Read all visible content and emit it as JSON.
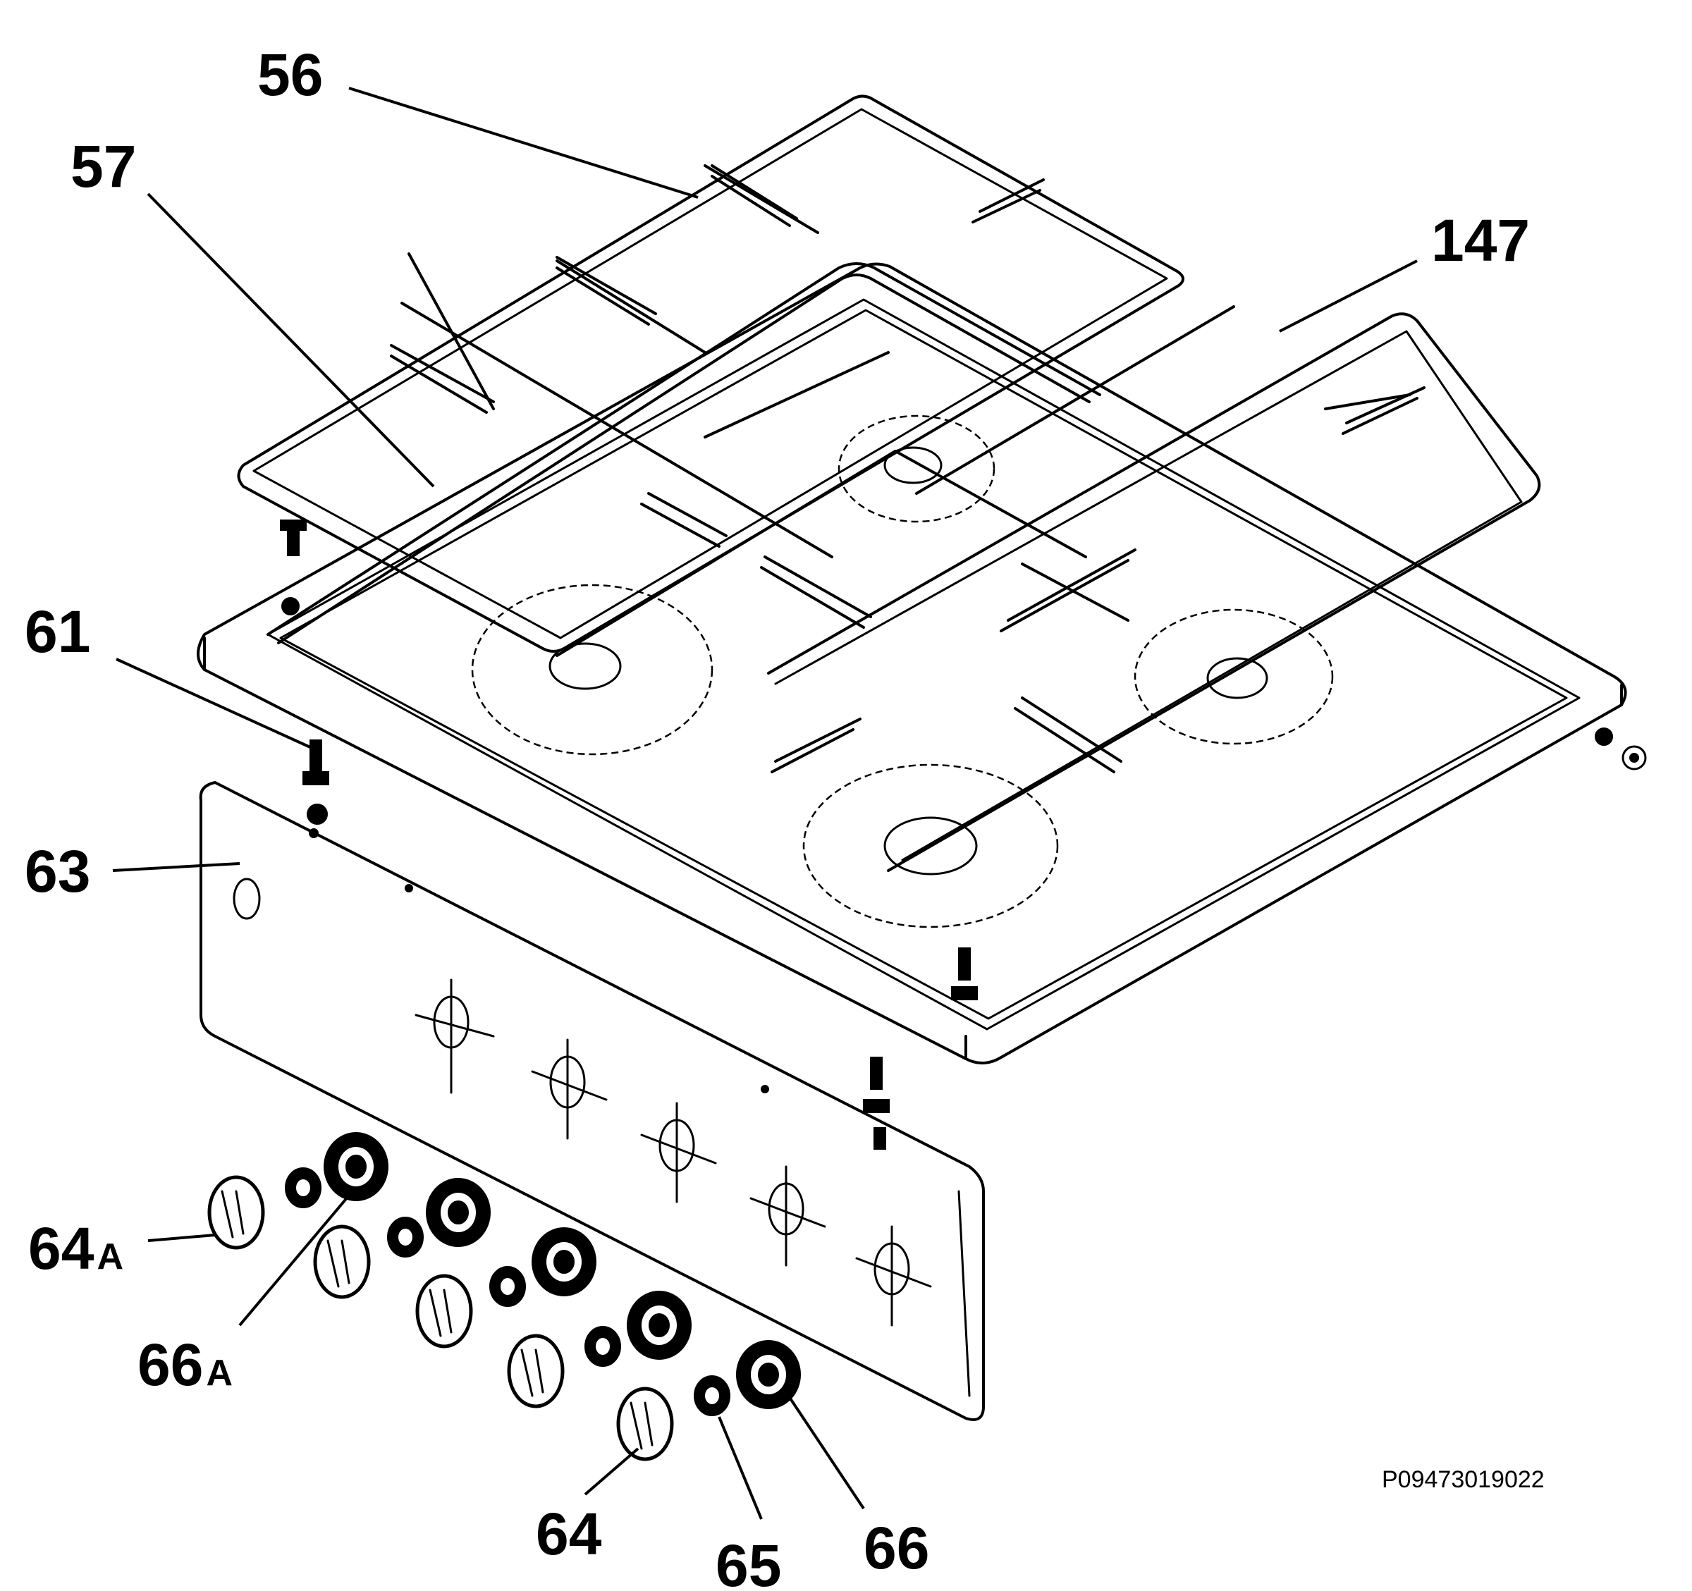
{
  "labels": {
    "l56": "56",
    "l57": "57",
    "l147": "147",
    "l61": "61",
    "l63": "63",
    "l64A": "64",
    "l64A_sub": "A",
    "l66A": "66",
    "l66A_sub": "A",
    "l64": "64",
    "l65": "65",
    "l66": "66"
  },
  "drawing_code": "P09473019022"
}
